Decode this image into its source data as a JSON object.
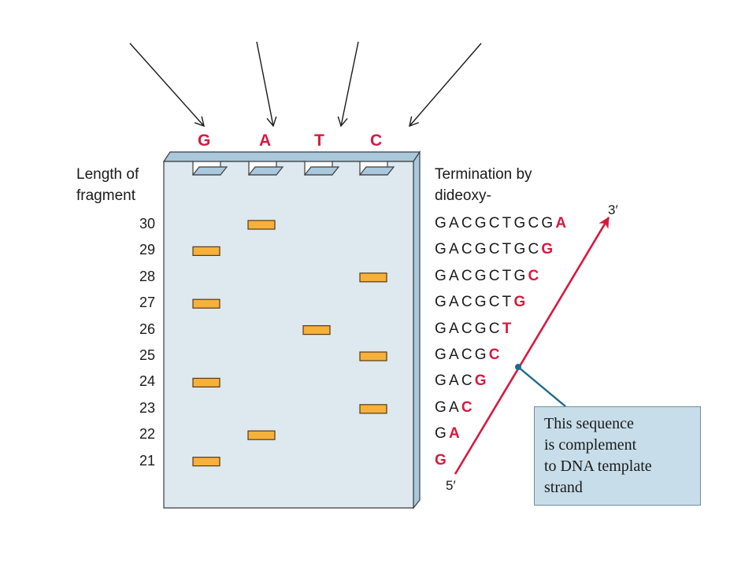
{
  "lanes": [
    {
      "letter": "G",
      "color": "#d7193f"
    },
    {
      "letter": "A",
      "color": "#d7193f"
    },
    {
      "letter": "T",
      "color": "#d7193f"
    },
    {
      "letter": "C",
      "color": "#d7193f"
    }
  ],
  "left_header": [
    "Length of",
    "fragment"
  ],
  "right_header": [
    "Termination by",
    "dideoxy-"
  ],
  "fragments": [
    {
      "length": "30",
      "lane": "A",
      "sequence": "GACGCTGCG",
      "terminal": "A"
    },
    {
      "length": "29",
      "lane": "G",
      "sequence": "GACGCTGC",
      "terminal": "G"
    },
    {
      "length": "28",
      "lane": "C",
      "sequence": "GACGCTG",
      "terminal": "C"
    },
    {
      "length": "27",
      "lane": "G",
      "sequence": "GACGCT",
      "terminal": "G"
    },
    {
      "length": "26",
      "lane": "T",
      "sequence": "GACGC",
      "terminal": "T"
    },
    {
      "length": "25",
      "lane": "C",
      "sequence": "GACG",
      "terminal": "C"
    },
    {
      "length": "24",
      "lane": "G",
      "sequence": "GAC",
      "terminal": "G"
    },
    {
      "length": "23",
      "lane": "C",
      "sequence": "GA",
      "terminal": "C"
    },
    {
      "length": "22",
      "lane": "A",
      "sequence": "G",
      "terminal": "A"
    },
    {
      "length": "21",
      "lane": "G",
      "sequence": "",
      "terminal": "G"
    }
  ],
  "strand_labels": {
    "three_prime": "3′",
    "five_prime": "5′"
  },
  "callout_lines": [
    "This sequence",
    "is complement",
    "to DNA template",
    "strand"
  ],
  "colors": {
    "gel": "#dde8ef",
    "gel_border": "#3c3c3c",
    "well": "#a9c8dc",
    "band": "#f5b13b",
    "band_border": "#5a3a10",
    "accent_red": "#d7193f",
    "pointer": "#1f6a8a",
    "callout_bg": "#c7dde9"
  }
}
